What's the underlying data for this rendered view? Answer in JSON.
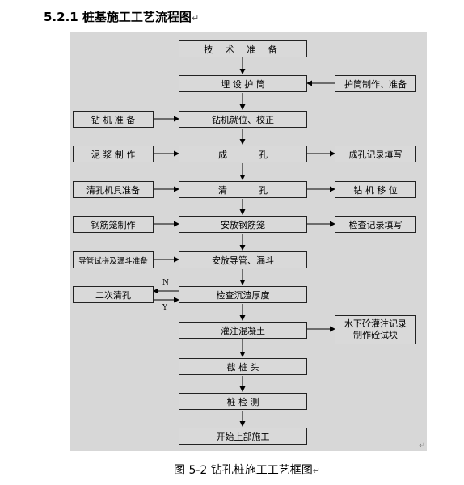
{
  "heading": "5.2.1 桩基施工工艺流程图",
  "return_mark": "↵",
  "main": [
    {
      "id": "jishu",
      "label": "技 术 准 备"
    },
    {
      "id": "maishe",
      "label": "埋 设 护 筒"
    },
    {
      "id": "zuanji",
      "label": "钻机就位、校正"
    },
    {
      "id": "chengkong",
      "label_parts": [
        "成",
        "孔"
      ]
    },
    {
      "id": "qingkong",
      "label_parts": [
        "清",
        "孔"
      ]
    },
    {
      "id": "gangjin",
      "label": "安放钢筋笼"
    },
    {
      "id": "daoguan",
      "label": "安放导管、漏斗"
    },
    {
      "id": "jiancha",
      "label": "检查沉渣厚度"
    },
    {
      "id": "guanzhu",
      "label": "灌注混凝土"
    },
    {
      "id": "jiezhuang",
      "label": "截 桩 头"
    },
    {
      "id": "jiance",
      "label": "桩 检 测"
    },
    {
      "id": "kaishi",
      "label": "开始上部施工"
    }
  ],
  "left_inputs": [
    {
      "label": "钻 机 准 备"
    },
    {
      "label": "泥 浆 制 作"
    },
    {
      "label": "清孔机具准备"
    },
    {
      "label": "钢筋笼制作"
    },
    {
      "label": "导管试拼及漏斗准备"
    },
    {
      "label": "二次清孔"
    }
  ],
  "right_nodes": [
    {
      "label": "护筒制作、准备"
    },
    {
      "label": "成孔记录填写"
    },
    {
      "label": "钻 机 移 位"
    },
    {
      "label": "检查记录填写"
    },
    {
      "label": "水下砼灌注记录制作砼试块"
    }
  ],
  "branch_labels": {
    "no": "N",
    "yes": "Y"
  },
  "caption": "图 5-2 钻孔桩施工工艺框图"
}
